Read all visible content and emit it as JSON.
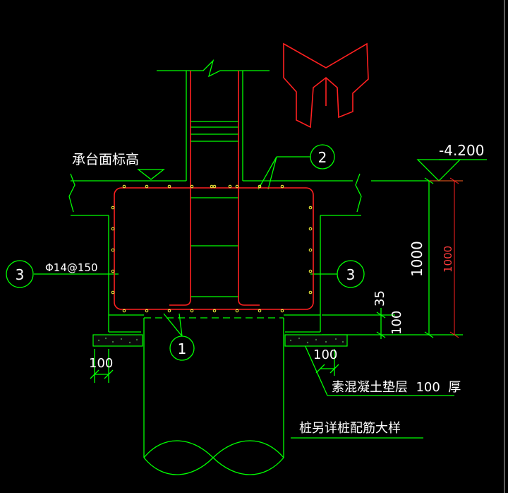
{
  "labels": {
    "cap_top_elevation": "承台面标高",
    "elevation_value": "-4.200",
    "rebar_spec": "Φ14@150",
    "callout_1": "1",
    "callout_2": "2",
    "callout_3_left": "3",
    "callout_3_right": "3",
    "dim_1000_white": "1000",
    "dim_1000_red": "1000",
    "dim_35": "35",
    "dim_100_right": "100",
    "dim_100_left": "100",
    "dim_100_bottom": "100",
    "concrete_cushion": "素混凝土垫层  100  厚",
    "pile_note": "桩另详桩配筋大样"
  },
  "colors": {
    "background": "#000000",
    "outline": "#00ff00",
    "rebar": "#ff2020",
    "text": "#ffffff",
    "dots": "#ffff40"
  }
}
